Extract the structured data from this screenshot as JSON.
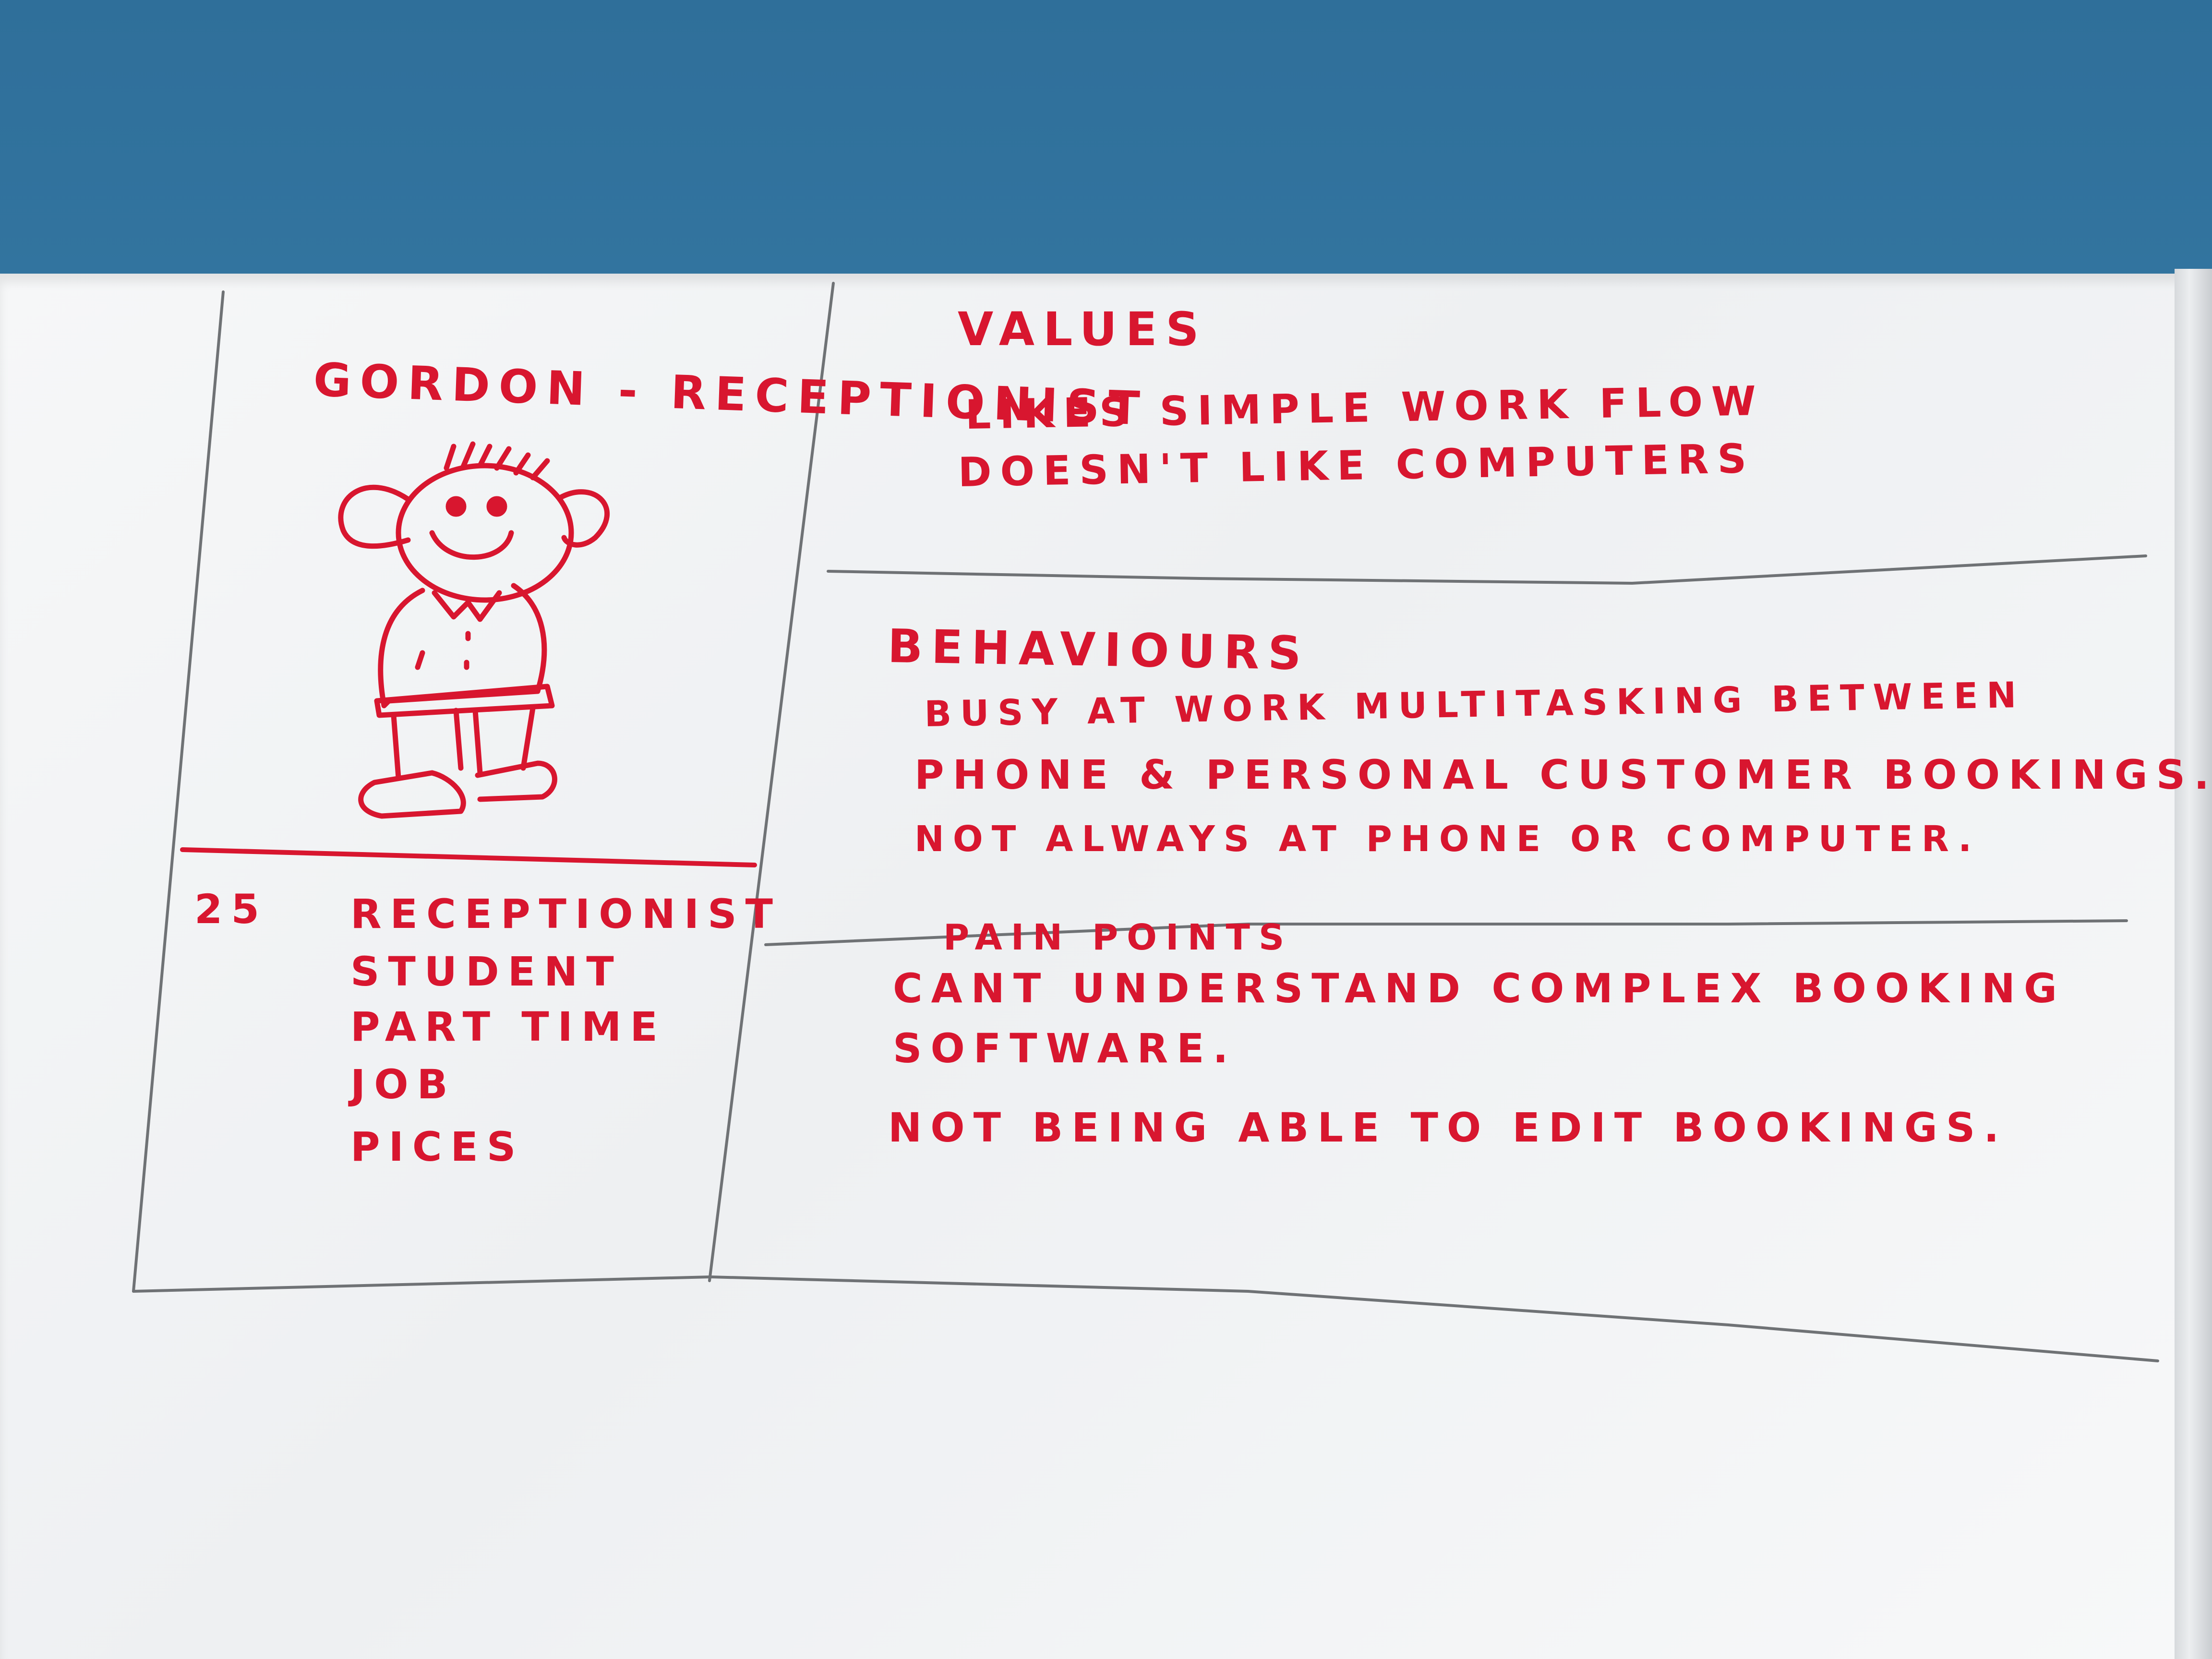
{
  "persona": {
    "title": "GORDON - RECEPTIONIST",
    "age": "25",
    "traits": [
      "RECEPTIONIST",
      "STUDENT",
      "PART TIME",
      "JOB",
      "PICES"
    ]
  },
  "values": {
    "heading": "VALUES",
    "items": [
      "LIKES SIMPLE WORK FLOW",
      "DOESN'T LIKE COMPUTERS"
    ]
  },
  "behaviours": {
    "heading": "BEHAVIOURS",
    "items": [
      "BUSY AT WORK MULTITASKING BETWEEN",
      "PHONE & PERSONAL CUSTOMER BOOKINGS.",
      "NOT ALWAYS AT PHONE OR COMPUTER."
    ]
  },
  "pain_points": {
    "heading": "PAIN POINTS",
    "items": [
      "CANT UNDERSTAND COMPLEX BOOKING",
      "SOFTWARE.",
      "NOT BEING ABLE TO EDIT BOOKINGS."
    ]
  },
  "colors": {
    "marker_red": "#d8162f",
    "wall_blue": "#3a81ac",
    "board_white": "#f2f3f4",
    "line_gray": "#6f7275"
  }
}
